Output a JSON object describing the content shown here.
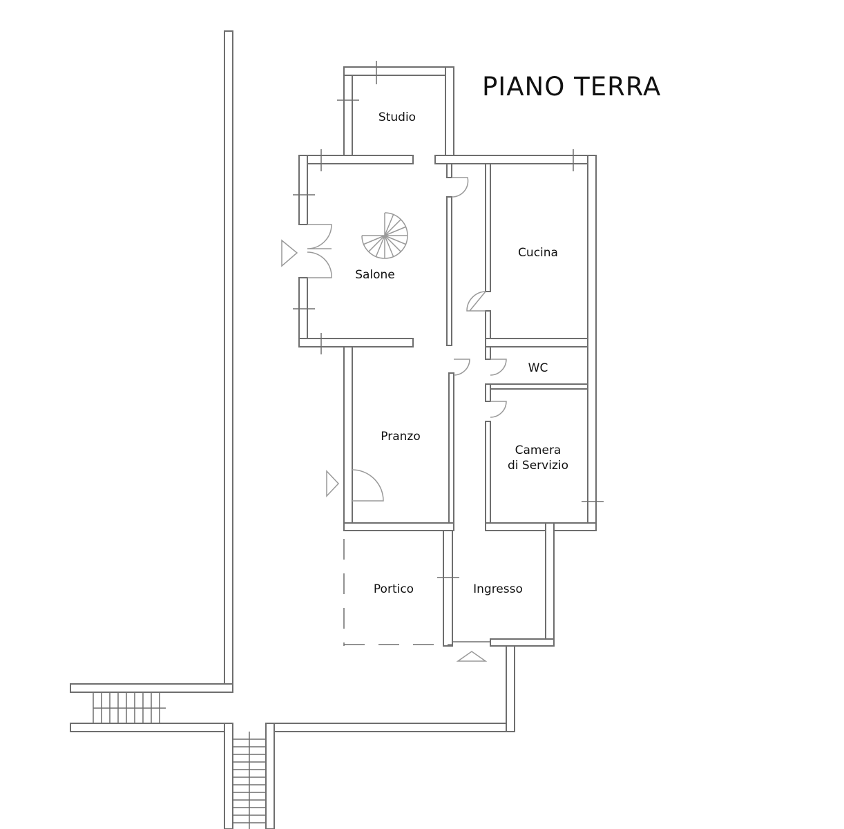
{
  "title": "PIANO TERRA",
  "rooms": {
    "studio": "Studio",
    "salone": "Salone",
    "cucina": "Cucina",
    "wc": "WC",
    "pranzo": "Pranzo",
    "camera_line1": "Camera",
    "camera_line2": "di Servizio",
    "portico": "Portico",
    "ingresso": "Ingresso"
  },
  "colors": {
    "wall": "#6e6e6e",
    "door": "#999999",
    "text": "#111111"
  }
}
